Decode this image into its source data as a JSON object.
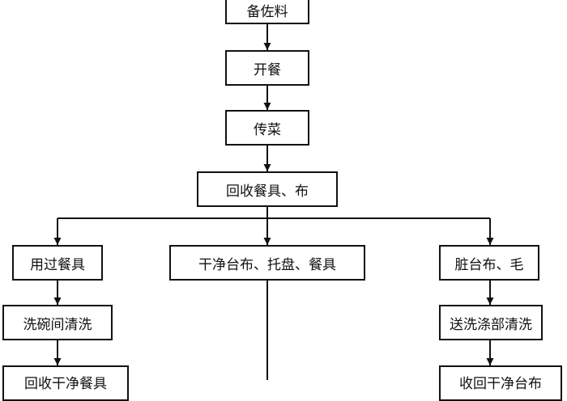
{
  "diagram": {
    "nodes": [
      {
        "id": "n1",
        "label": "备佐料"
      },
      {
        "id": "n2",
        "label": "开餐"
      },
      {
        "id": "n3",
        "label": "传菜"
      },
      {
        "id": "n4",
        "label": "回收餐具、布"
      },
      {
        "id": "n5",
        "label": "用过餐具"
      },
      {
        "id": "n6",
        "label": "干净台布、托盘、餐具"
      },
      {
        "id": "n7",
        "label": "脏台布、毛"
      },
      {
        "id": "n8",
        "label": "洗碗间清洗"
      },
      {
        "id": "n9",
        "label": "送洗涤部清洗"
      },
      {
        "id": "n10",
        "label": "回收干净餐具"
      },
      {
        "id": "n11",
        "label": "收回干净台布"
      }
    ],
    "edges": [
      {
        "from": "n1",
        "to": "n2"
      },
      {
        "from": "n2",
        "to": "n3"
      },
      {
        "from": "n3",
        "to": "n4"
      },
      {
        "from": "n4",
        "to": "n5"
      },
      {
        "from": "n4",
        "to": "n6"
      },
      {
        "from": "n4",
        "to": "n7"
      },
      {
        "from": "n5",
        "to": "n8"
      },
      {
        "from": "n8",
        "to": "n10"
      },
      {
        "from": "n7",
        "to": "n9"
      },
      {
        "from": "n9",
        "to": "n11"
      }
    ]
  }
}
